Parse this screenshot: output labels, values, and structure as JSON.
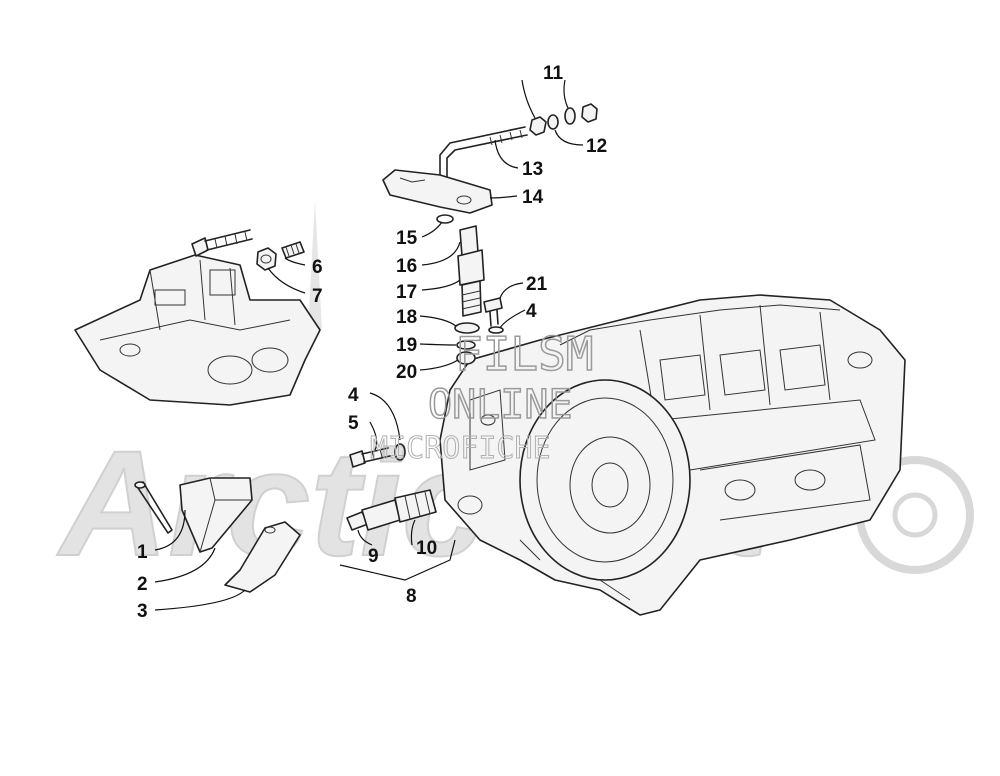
{
  "watermark": {
    "logo": "Arctic Cat",
    "line1": "FILSM",
    "line2": "ONLINE",
    "line3": "MICROFICHE"
  },
  "callouts": {
    "c1": "1",
    "c2": "2",
    "c3": "3",
    "c4a": "4",
    "c4b": "4",
    "c5": "5",
    "c6": "6",
    "c7": "7",
    "c8": "8",
    "c9": "9",
    "c10": "10",
    "c11": "11",
    "c12": "12",
    "c13": "13",
    "c14": "14",
    "c15": "15",
    "c16": "16",
    "c17": "17",
    "c18": "18",
    "c19": "19",
    "c20": "20",
    "c21": "21"
  }
}
